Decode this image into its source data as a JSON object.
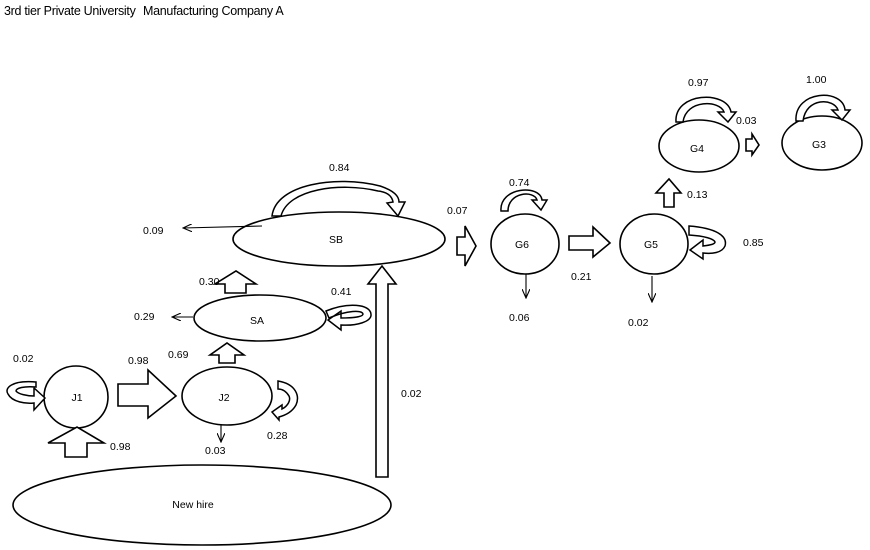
{
  "header": {
    "left_title": "3rd tier Private University",
    "right_title": "Manufacturing Company A"
  },
  "nodes": {
    "j1": "J1",
    "j2": "J2",
    "sa": "SA",
    "sb": "SB",
    "g6": "G6",
    "g5": "G5",
    "g4": "G4",
    "g3": "G3",
    "new_hire": "New hire"
  },
  "flows": {
    "j1_self": "0.02",
    "newhire_to_j1": "0.98",
    "j1_to_j2": "0.98",
    "j2_self": "0.28",
    "j2_exit": "0.03",
    "j2_to_sa": "0.69",
    "sa_exit": "0.29",
    "sa_self": "0.41",
    "sa_to_sb": "0.30",
    "newhire_to_sb": "0.02",
    "sb_self": "0.84",
    "sb_exit": "0.09",
    "sb_to_g6": "0.07",
    "g6_self": "0.74",
    "g6_exit": "0.06",
    "g6_to_g5": "0.21",
    "g5_self": "0.85",
    "g5_exit": "0.02",
    "g5_to_g4": "0.13",
    "g4_self": "0.97",
    "g4_to_g3": "0.03",
    "g3_self": "1.00"
  },
  "colors": {
    "g5_loop_fill": "#d3d9da"
  }
}
